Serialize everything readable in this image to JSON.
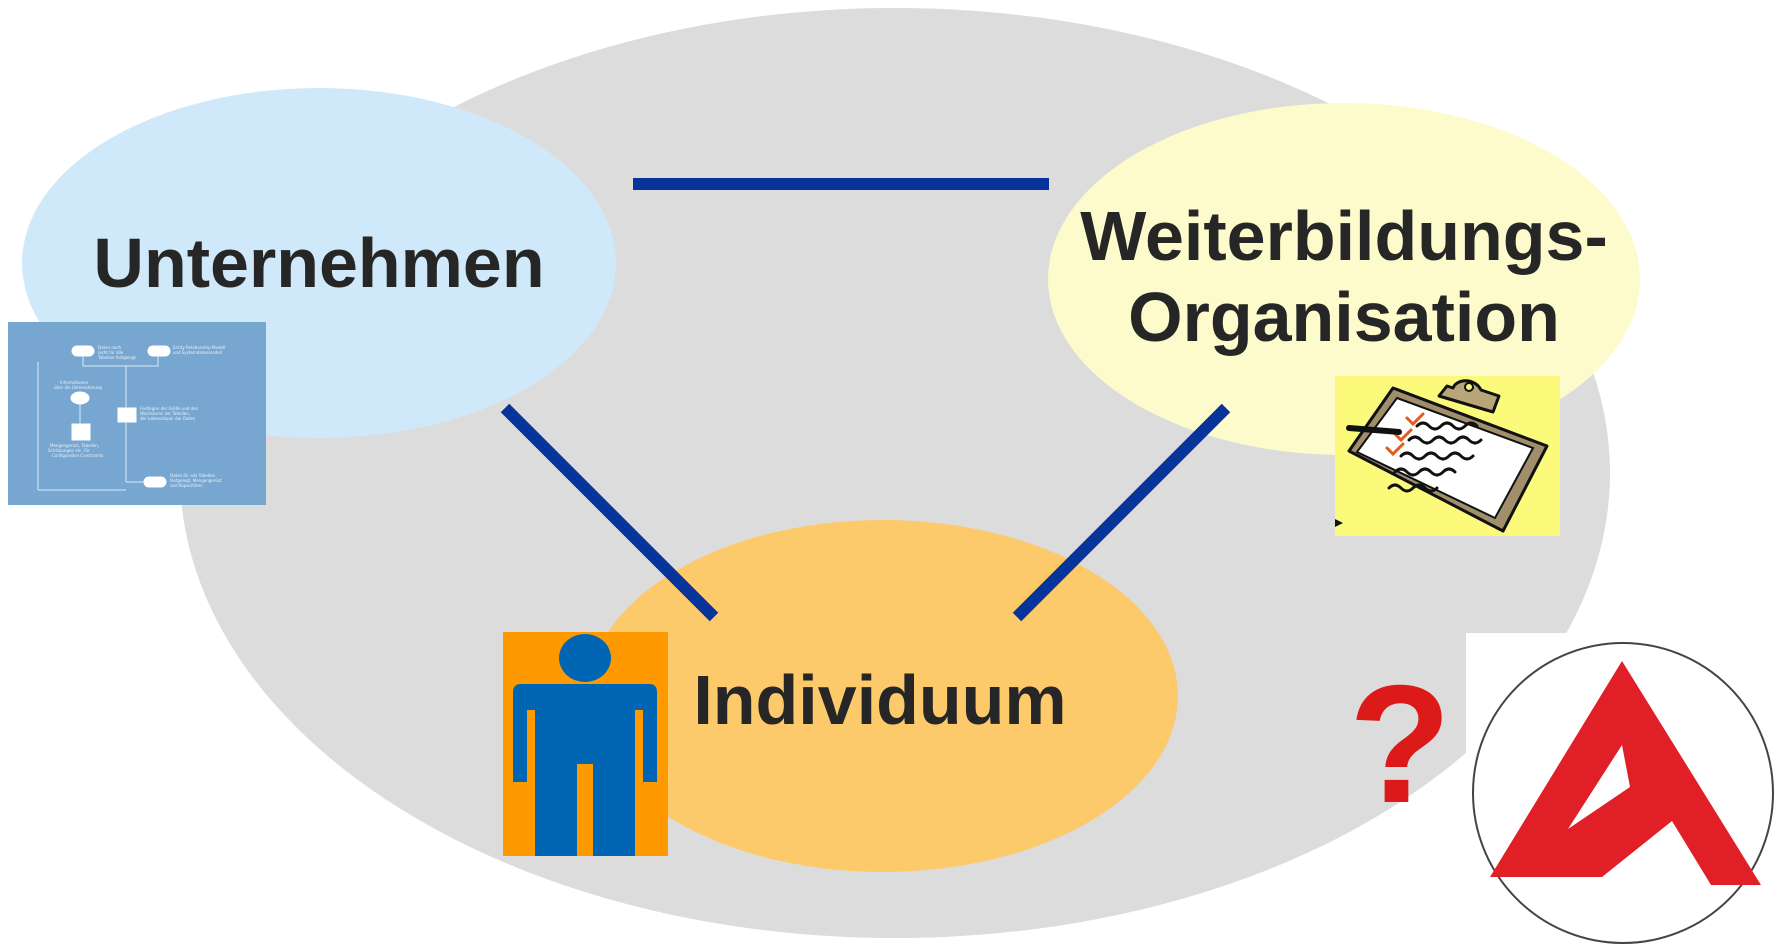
{
  "diagram": {
    "labels": {
      "company": "Unternehmen",
      "provider_line1": "Weiterbildungs-",
      "provider_line2": "Organisation",
      "individual": "Individuum",
      "question": "?"
    },
    "colors": {
      "background_ellipse": "#dcdcdc",
      "company_ellipse": "#cfe9fb",
      "provider_ellipse": "#fdfbcc",
      "individual_ellipse": "#fcca6a",
      "connector": "#06349a",
      "text": "#262626",
      "question_mark": "#dd1a1a",
      "logo_red": "#e11f26",
      "person_orange": "#ff9900",
      "person_blue": "#0066b3",
      "flowchart_bg": "#77a7d1",
      "clipboard_bg": "#fbfa7a"
    },
    "icons": {
      "company_icon": "flowchart-icon",
      "provider_icon": "clipboard-checklist-icon",
      "individual_icon": "person-icon",
      "agency_icon": "employment-agency-logo"
    }
  }
}
